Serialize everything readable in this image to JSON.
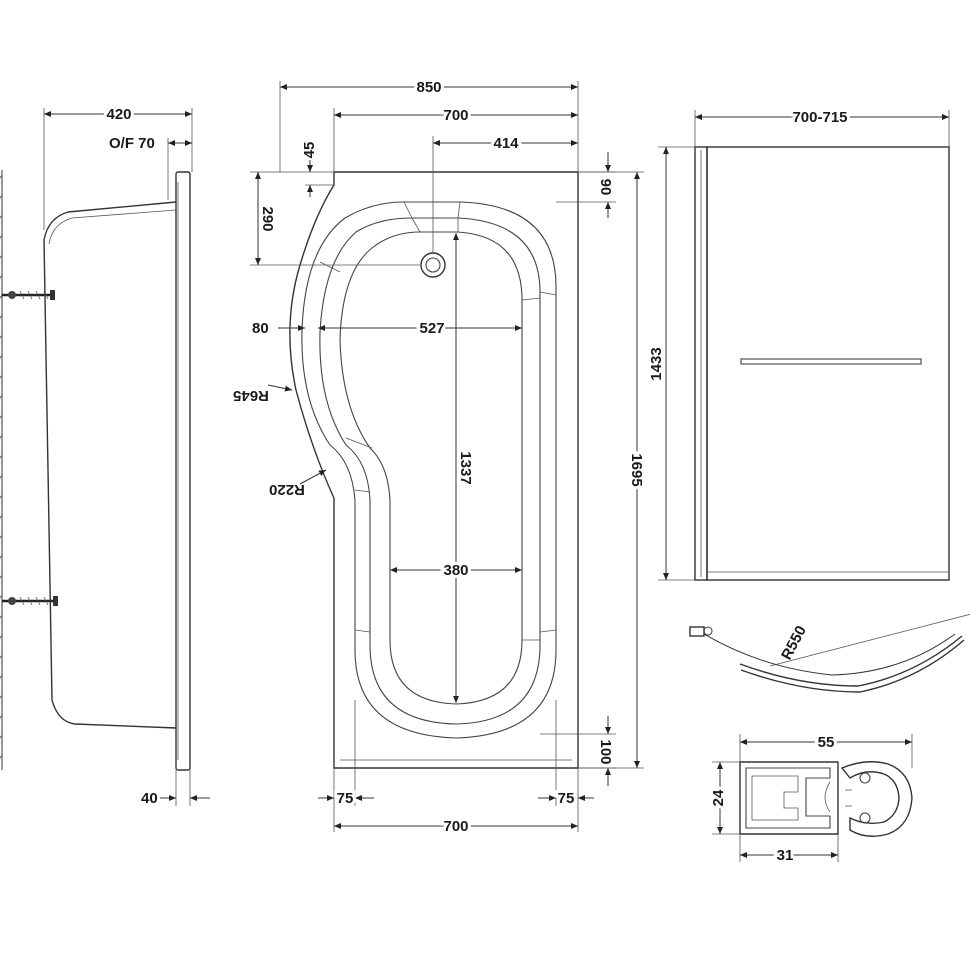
{
  "side_view": {
    "width_label": "420",
    "overflow_label": "O/F 70",
    "foot_label": "40"
  },
  "plan_view": {
    "overall_width_label": "850",
    "top_width_label": "700",
    "waste_offset_label": "414",
    "top_step_label": "45",
    "top_rim_label": "90",
    "waste_drop_label": "290",
    "left_rim_label": "80",
    "upper_inner_width_label": "527",
    "radius_large_label": "R645",
    "radius_small_label": "R220",
    "inner_length_label": "1337",
    "overall_length_label": "1695",
    "lower_inner_width_label": "380",
    "bottom_rim_label": "100",
    "left_bottom_rim_label": "75",
    "right_bottom_rim_label": "75",
    "bottom_width_label": "700"
  },
  "screen_view": {
    "width_label": "700-715",
    "height_label": "1433",
    "radius_label": "R550"
  },
  "profile_view": {
    "width_label": "55",
    "height_label": "24",
    "inner_width_label": "31"
  }
}
